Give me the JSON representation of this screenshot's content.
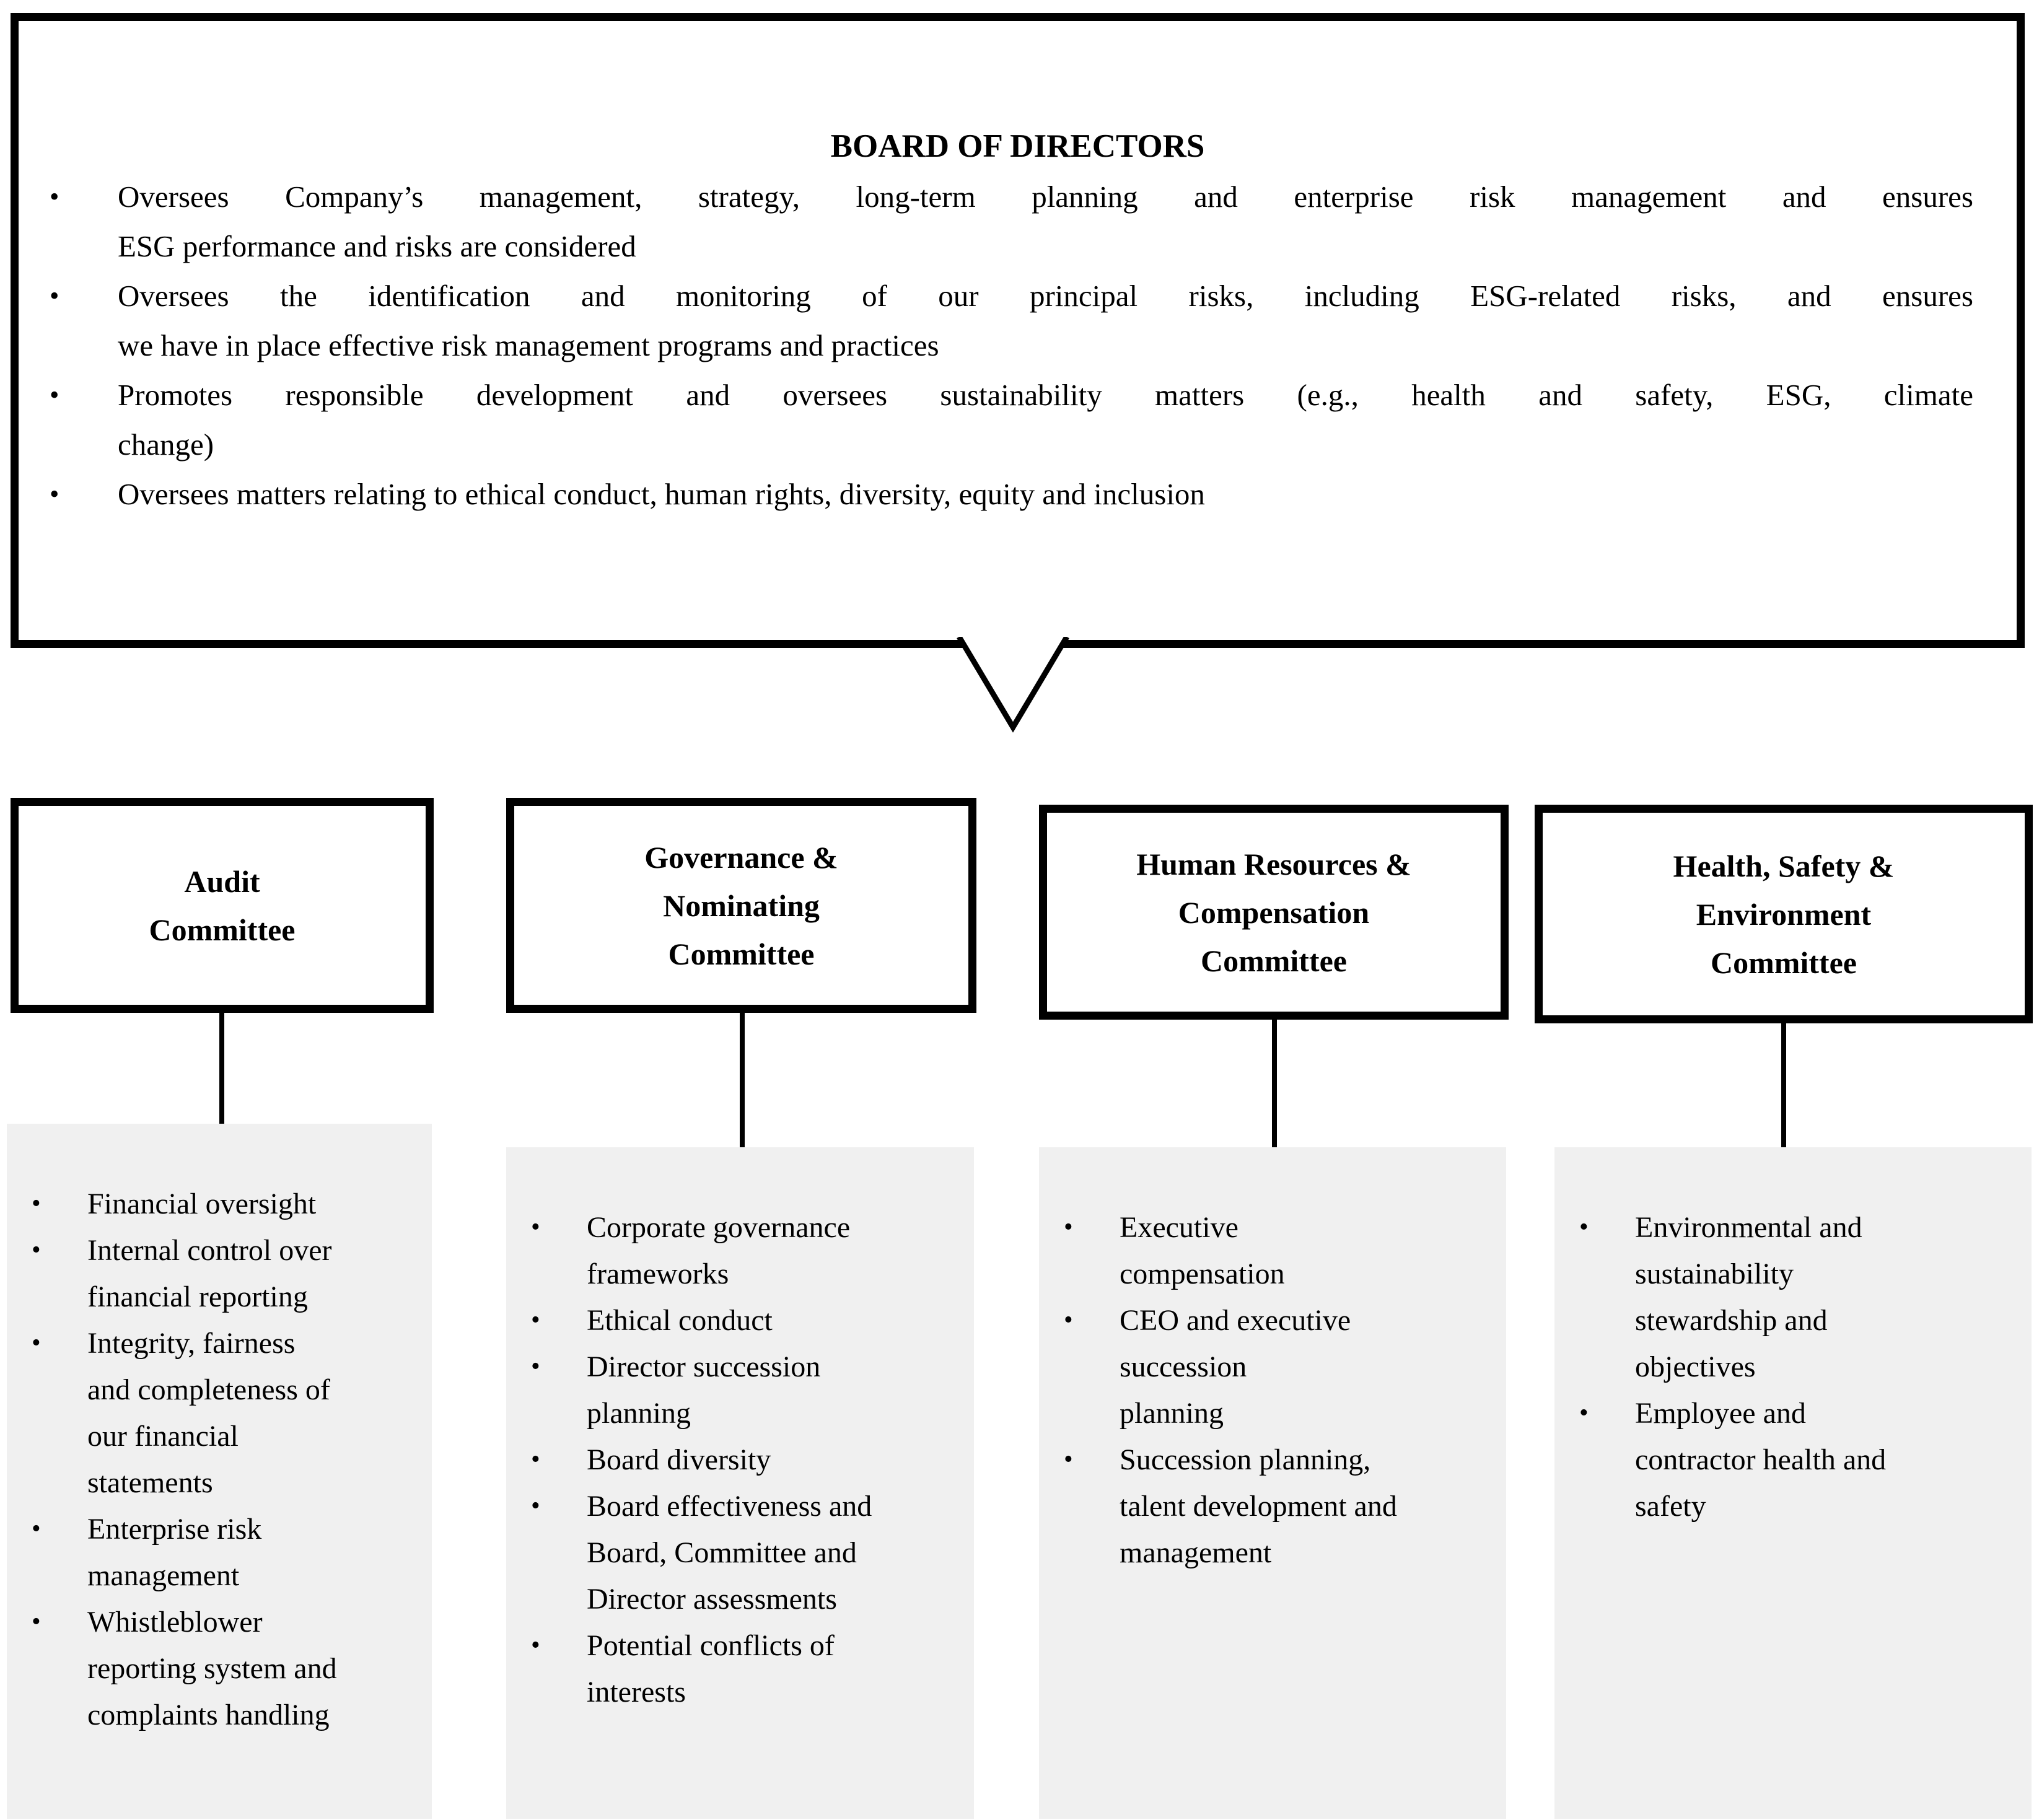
{
  "board": {
    "title": "BOARD OF DIRECTORS",
    "bullets": [
      [
        "Oversees Company’s management, strategy, long-term planning and enterprise risk management and ensures",
        "ESG performance and risks are considered"
      ],
      [
        "Oversees the identification and monitoring of our principal risks, including ESG-related risks, and ensures",
        "we have in place effective risk management programs and practices"
      ],
      [
        "Promotes responsible development and oversees sustainability matters (e.g., health and safety, ESG, climate",
        "change)"
      ],
      [
        "Oversees matters relating to ethical conduct, human rights, diversity, equity and inclusion"
      ]
    ]
  },
  "committees": [
    {
      "name": "Audit\nCommittee",
      "items": [
        "Financial oversight",
        "Internal control over\nfinancial reporting",
        "Integrity, fairness\nand completeness of\nour financial\nstatements",
        "Enterprise risk\nmanagement",
        "Whistleblower\nreporting system and\ncomplaints handling"
      ]
    },
    {
      "name": "Governance &\nNominating\nCommittee",
      "items": [
        "Corporate governance\nframeworks",
        "Ethical conduct",
        "Director succession\nplanning",
        "Board diversity",
        "Board effectiveness and\nBoard, Committee and\nDirector assessments",
        "Potential conflicts of\ninterests"
      ]
    },
    {
      "name": "Human Resources &\nCompensation\nCommittee",
      "items": [
        "Executive\ncompensation",
        "CEO and executive\nsuccession\nplanning",
        "Succession planning,\ntalent development and\nmanagement"
      ]
    },
    {
      "name": "Health, Safety &\nEnvironment\nCommittee",
      "items": [
        "Environmental and\nsustainability\nstewardship and\nobjectives",
        "Employee and\ncontractor health and\nsafety"
      ]
    }
  ],
  "colors": {
    "panel_bg": "#f0f0f0",
    "line": "#000000"
  },
  "bullet_glyph": "•"
}
